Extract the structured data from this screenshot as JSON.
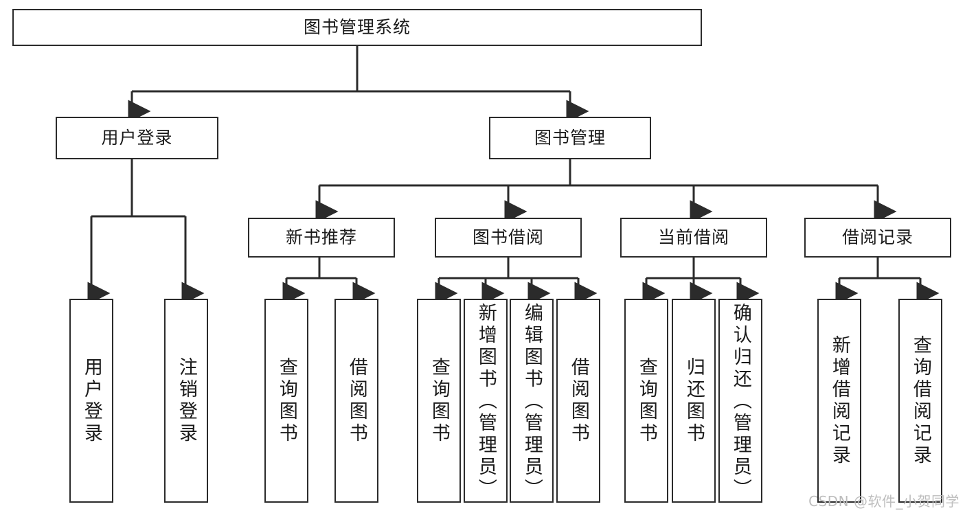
{
  "diagram": {
    "title": "图书管理系统",
    "type": "hierarchy-tree",
    "levels": 4,
    "nodes": {
      "root": {
        "label": "图书管理系统"
      },
      "level2": [
        {
          "id": "user-login",
          "label": "用户登录"
        },
        {
          "id": "book-management",
          "label": "图书管理"
        }
      ],
      "level3": [
        {
          "id": "new-book-recommend",
          "label": "新书推荐"
        },
        {
          "id": "book-borrow",
          "label": "图书借阅"
        },
        {
          "id": "current-borrow",
          "label": "当前借阅"
        },
        {
          "id": "borrow-record",
          "label": "借阅记录"
        }
      ],
      "leaves": {
        "user-login": [
          {
            "id": "leaf-user-login",
            "label": "用户登录"
          },
          {
            "id": "leaf-logout-login",
            "label": "注销登录"
          }
        ],
        "new-book-recommend": [
          {
            "id": "leaf-query-book-1",
            "label": "查询图书"
          },
          {
            "id": "leaf-borrow-book-1",
            "label": "借阅图书"
          }
        ],
        "book-borrow": [
          {
            "id": "leaf-query-book-2",
            "label": "查询图书"
          },
          {
            "id": "leaf-add-book",
            "label": "新增图书（管理员）"
          },
          {
            "id": "leaf-edit-book",
            "label": "编辑图书（管理员）"
          },
          {
            "id": "leaf-borrow-book-2",
            "label": "借阅图书"
          }
        ],
        "current-borrow": [
          {
            "id": "leaf-query-book-3",
            "label": "查询图书"
          },
          {
            "id": "leaf-return-book",
            "label": "归还图书"
          },
          {
            "id": "leaf-confirm-return",
            "label": "确认归还（管理员）"
          }
        ],
        "borrow-record": [
          {
            "id": "leaf-add-record",
            "label": "新增借阅记录"
          },
          {
            "id": "leaf-query-record",
            "label": "查询借阅记录"
          }
        ]
      }
    }
  },
  "watermark": {
    "text": "CSDN @软件_小贺同学"
  },
  "colors": {
    "stroke": "#2b2b2b",
    "background": "#ffffff",
    "text": "#1a1a1a",
    "watermark": "#bdbdbd"
  }
}
